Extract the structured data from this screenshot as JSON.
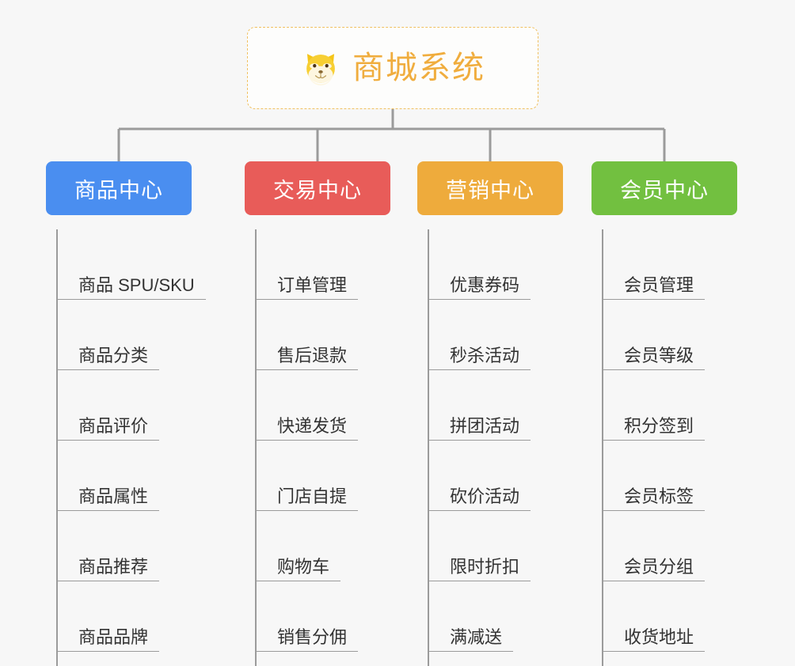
{
  "root": {
    "title": "商城系统",
    "icon": "shiba-dog-emoji",
    "border_color": "#f0c060",
    "text_color": "#f0ad3e"
  },
  "theme": {
    "background": "#f7f7f7",
    "connector_color": "#9b9b9b",
    "leaf_text_color": "#333333"
  },
  "categories": [
    {
      "label": "商品中心",
      "color": "#4a8ef0",
      "items": [
        "商品 SPU/SKU",
        "商品分类",
        "商品评价",
        "商品属性",
        "商品推荐",
        "商品品牌"
      ]
    },
    {
      "label": "交易中心",
      "color": "#e85c59",
      "items": [
        "订单管理",
        "售后退款",
        "快递发货",
        "门店自提",
        "购物车",
        "销售分佣"
      ]
    },
    {
      "label": "营销中心",
      "color": "#eeab3c",
      "items": [
        "优惠券码",
        "秒杀活动",
        "拼团活动",
        "砍价活动",
        "限时折扣",
        "满减送"
      ]
    },
    {
      "label": "会员中心",
      "color": "#72c040",
      "items": [
        "会员管理",
        "会员等级",
        "积分签到",
        "会员标签",
        "会员分组",
        "收货地址"
      ]
    }
  ]
}
